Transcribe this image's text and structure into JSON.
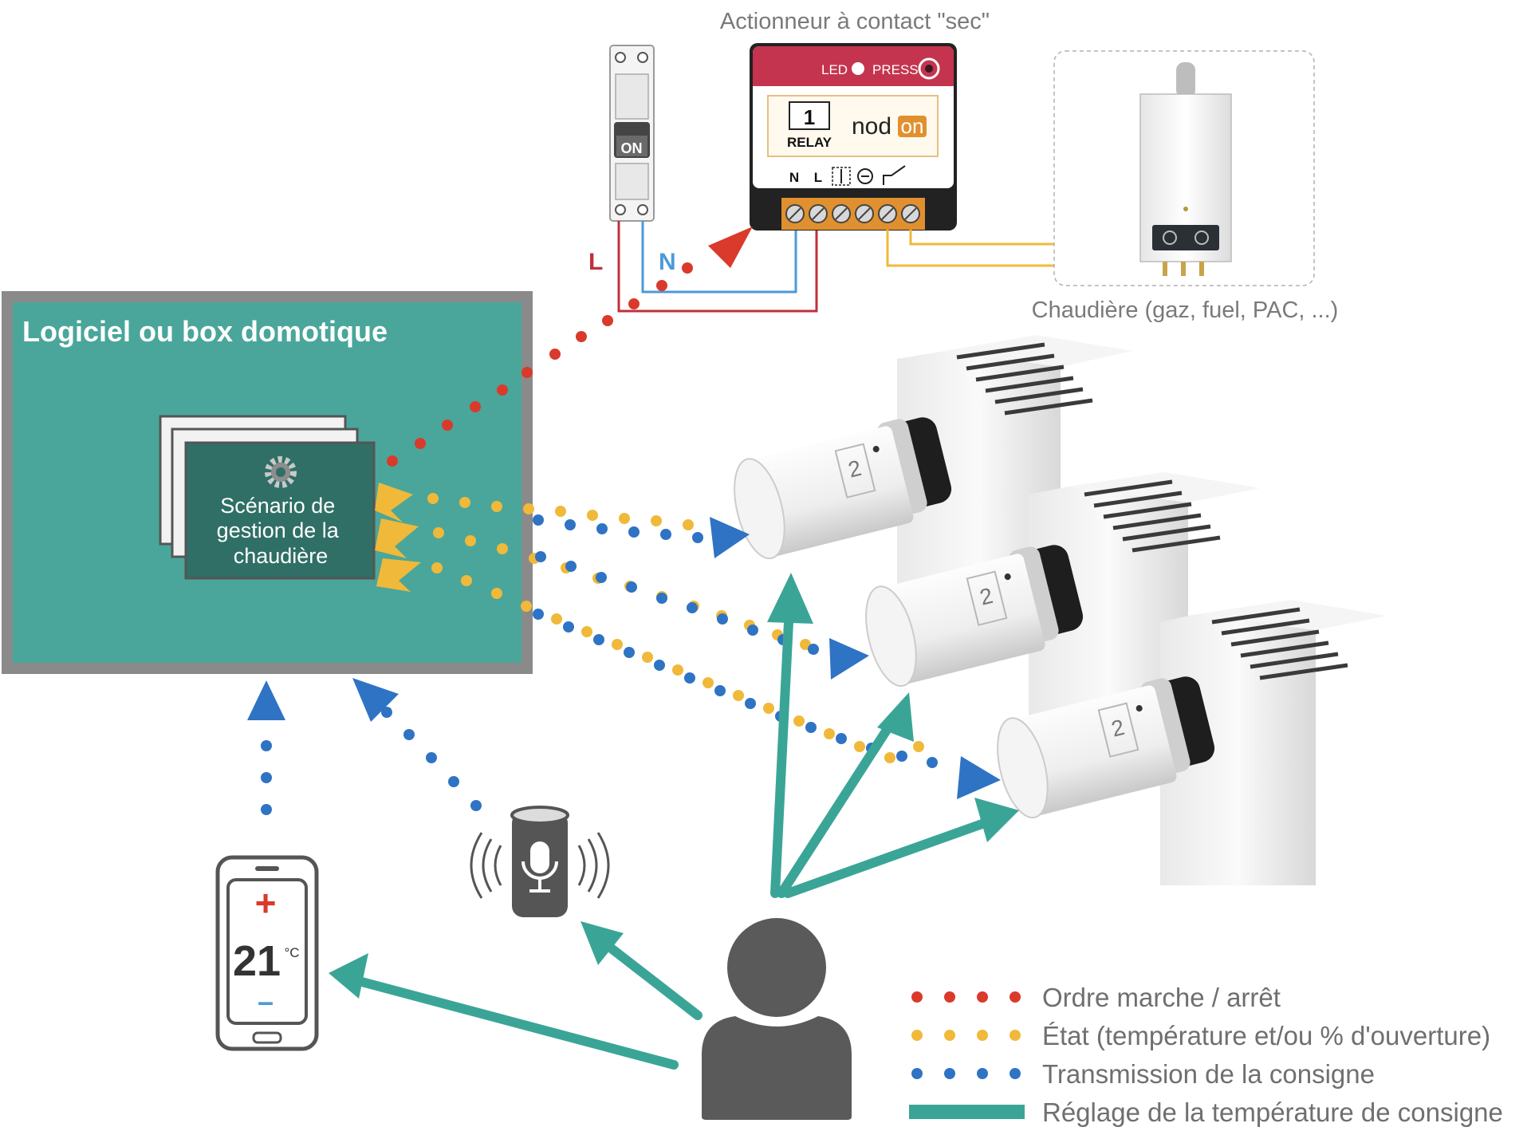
{
  "actuator": {
    "caption": "Actionneur à contact \"sec\"",
    "led_label": "LED",
    "press_label": "PRESS",
    "channel_number": "1",
    "relay_label": "RELAY",
    "brand_prefix": "nod",
    "brand_suffix": "on",
    "terminal_n": "N",
    "terminal_l": "L"
  },
  "breaker": {
    "on_label": "ON"
  },
  "wires": {
    "live_label": "L",
    "neutral_label": "N"
  },
  "boiler": {
    "caption": "Chaudière (gaz, fuel, PAC, ...)"
  },
  "box": {
    "title": "Logiciel ou box domotique",
    "scenario_lines": [
      "Scénario de",
      "gestion de la",
      "chaudière"
    ]
  },
  "phone": {
    "temperature": "21",
    "unit": "°C",
    "plus": "+",
    "minus": "–"
  },
  "legend": {
    "items": [
      {
        "style": "dots",
        "color": "#d93a2b",
        "label": "Ordre marche / arrêt"
      },
      {
        "style": "dots",
        "color": "#f0b93a",
        "label": "État (température et/ou % d'ouverture)"
      },
      {
        "style": "dots",
        "color": "#2f73c4",
        "label": "Transmission de la consigne"
      },
      {
        "style": "line",
        "color": "#3aa597",
        "label": "Réglage de la température de consigne"
      }
    ]
  },
  "colors": {
    "teal_box": "#4aa69a",
    "teal_arrow": "#3aa597",
    "frame_grey": "#8a8a8a",
    "scenario_card": "#2f6f66",
    "red_dots": "#d93a2b",
    "yellow_dots": "#f0b93a",
    "blue_dots": "#2f73c4",
    "actuator_red": "#c5344e",
    "terminal_orange": "#e0902f",
    "person_grey": "#5a5a5a"
  },
  "icons": [
    "gear-icon",
    "microphone-icon",
    "person-icon",
    "smartphone-icon",
    "radiator-icon",
    "thermostatic-valve-icon",
    "circuit-breaker-icon",
    "boiler-icon",
    "relay-module-icon"
  ]
}
